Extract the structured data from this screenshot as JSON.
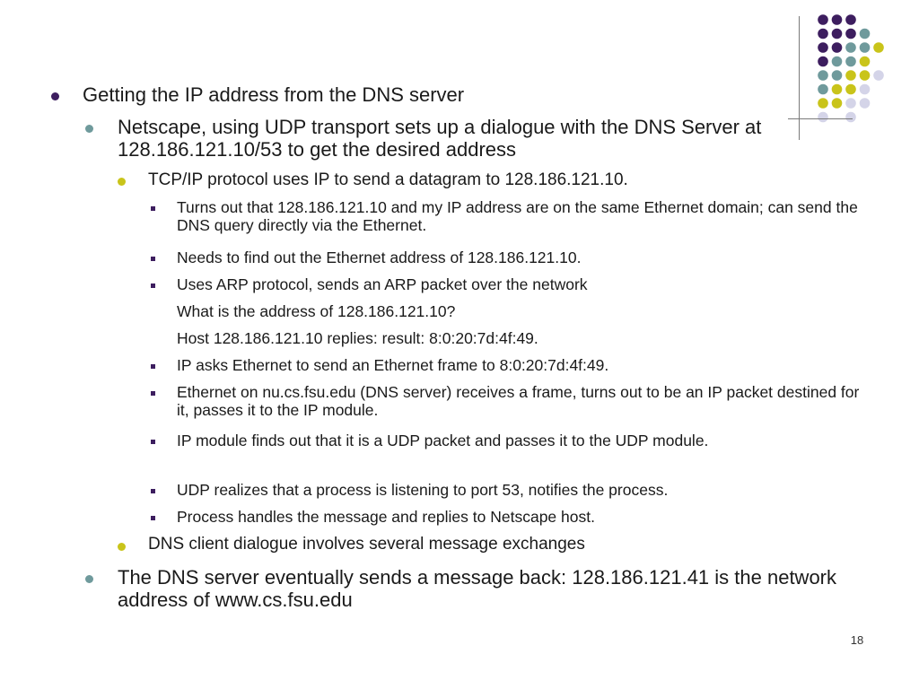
{
  "slide": {
    "items": [
      {
        "level": 1,
        "bullet": "purple-dot",
        "text": "Getting the IP address from the DNS server"
      },
      {
        "level": 2,
        "bullet": "teal-dot",
        "text": "Netscape, using UDP transport sets up a dialogue with the DNS Server at 128.186.121.10/53 to get the desired address"
      },
      {
        "level": 3,
        "bullet": "yellow-dot",
        "text": "TCP/IP protocol uses IP to send a datagram to 128.186.121.10."
      },
      {
        "level": 4,
        "bullet": "purple-square",
        "text": "Turns out that 128.186.121.10 and my IP address are on the same Ethernet domain; can send the DNS query directly via the Ethernet."
      },
      {
        "level": 4,
        "bullet": "purple-square",
        "text": "Needs to find out the Ethernet address of 128.186.121.10."
      },
      {
        "level": 4,
        "bullet": "purple-square",
        "text": "Uses ARP protocol, sends an ARP packet over the network"
      },
      {
        "level": 4,
        "bullet": "none",
        "text": "What is the address of 128.186.121.10?"
      },
      {
        "level": 4,
        "bullet": "none",
        "text": "Host 128.186.121.10 replies: result: 8:0:20:7d:4f:49."
      },
      {
        "level": 4,
        "bullet": "purple-square",
        "text": "IP asks Ethernet to send an Ethernet frame to 8:0:20:7d:4f:49."
      },
      {
        "level": 4,
        "bullet": "purple-square",
        "text": "Ethernet on nu.cs.fsu.edu (DNS server) receives a frame, turns out to be an IP packet destined for it, passes it to the IP module."
      },
      {
        "level": 4,
        "bullet": "purple-square",
        "text": "IP module finds out that it is a UDP packet and passes it to the UDP module."
      },
      {
        "level": 4,
        "bullet": "purple-square",
        "text": "UDP realizes that a process is listening to port 53, notifies the process."
      },
      {
        "level": 4,
        "bullet": "purple-square",
        "text": "Process handles the message  and replies to Netscape host."
      },
      {
        "level": 3,
        "bullet": "yellow-dot",
        "text": "DNS client dialogue involves several message exchanges"
      },
      {
        "level": 2,
        "bullet": "teal-dot",
        "text": "The DNS server eventually sends a message back: 128.186.121.41 is the network address of www.cs.fsu.edu"
      }
    ],
    "page_number": "18"
  },
  "colors": {
    "purple": "#3d1e5f",
    "teal": "#6f9a9c",
    "yellow": "#c9c41a",
    "lavender": "#d4d4e8"
  },
  "decoration": {
    "dot_grid": [
      [
        "purple",
        "purple",
        "purple",
        "",
        "",
        ""
      ],
      [
        "purple",
        "purple",
        "purple",
        "teal",
        "",
        ""
      ],
      [
        "purple",
        "purple",
        "teal",
        "teal",
        "yellow",
        ""
      ],
      [
        "purple",
        "teal",
        "teal",
        "yellow",
        "",
        ""
      ],
      [
        "teal",
        "teal",
        "yellow",
        "yellow",
        "lavender",
        ""
      ],
      [
        "teal",
        "yellow",
        "yellow",
        "lavender",
        "",
        ""
      ],
      [
        "yellow",
        "yellow",
        "lavender",
        "lavender",
        "",
        ""
      ],
      [
        "lavender",
        "",
        "lavender",
        "",
        "",
        ""
      ]
    ]
  }
}
